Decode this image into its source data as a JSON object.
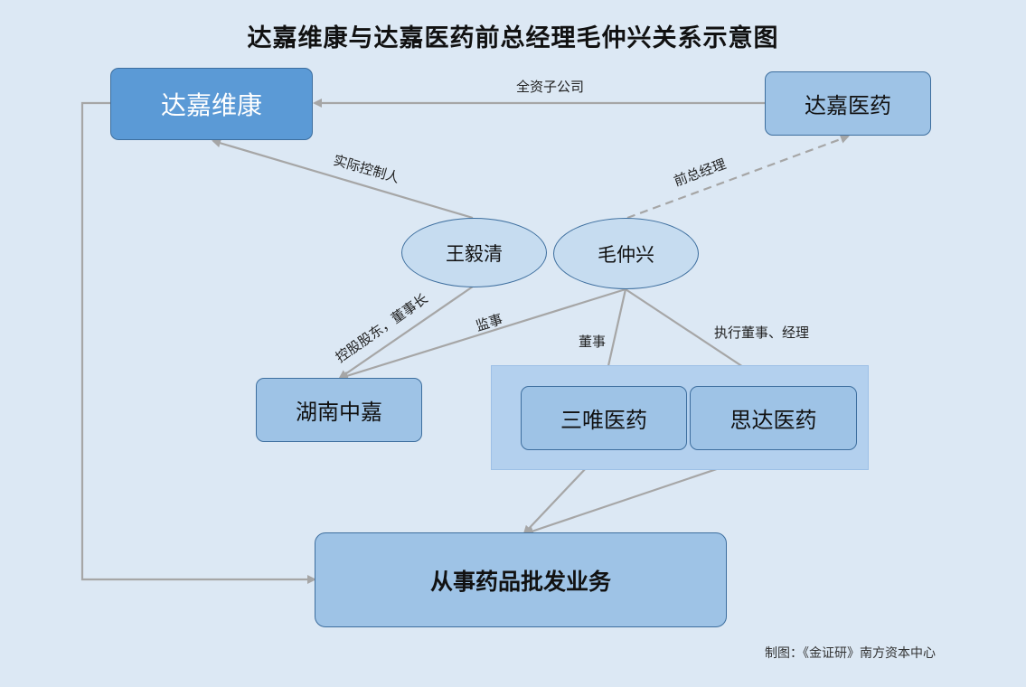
{
  "title": "达嘉维康与达嘉医药前总经理毛仲兴关系示意图",
  "nodes": {
    "dajia_weikang": "达嘉维康",
    "dajia_yiyao": "达嘉医药",
    "wang_yiqing": "王毅清",
    "mao_zhongxing": "毛仲兴",
    "hunan_zhongjia": "湖南中嘉",
    "sanwei_yiyao": "三唯医药",
    "sida_yiyao": "思达医药",
    "business": "从事药品批发业务"
  },
  "edges": {
    "wholly_owned": "全资子公司",
    "actual_controller": "实际控制人",
    "former_gm": "前总经理",
    "controlling_chairman": "控股股东，董事长",
    "supervisor": "监事",
    "director": "董事",
    "exec_director_manager": "执行董事、经理"
  },
  "credit": "制图：《金证研》南方资本中心",
  "colors": {
    "main_box": "#5b9ad6",
    "box": "#9ec3e6",
    "ellipse": "#c6dcf0",
    "background": "#dce8f4",
    "line": "#a6a6a6",
    "border": "#3d6e9e"
  }
}
